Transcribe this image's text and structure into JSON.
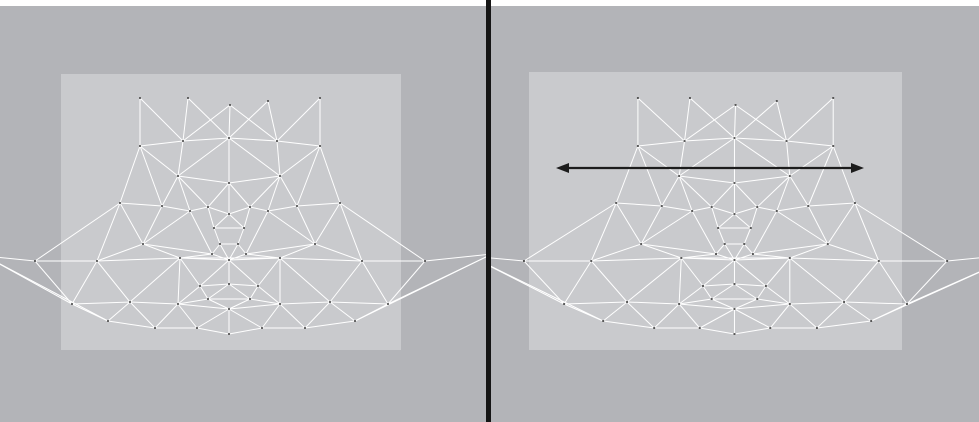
{
  "colors": {
    "page_bg": "#ffffff",
    "panel_bg": "#b3b4b8",
    "frame_bg": "#c9cacd",
    "mesh": "#ffffff",
    "vertex": "#4a4a4a",
    "divider": "#151515",
    "arrow": "#1c1c1c"
  },
  "panels": [
    {
      "id": "left",
      "arrow": false
    },
    {
      "id": "right",
      "arrow": true
    }
  ],
  "arrow": {
    "style": "double-headed",
    "orientation": "horizontal"
  }
}
